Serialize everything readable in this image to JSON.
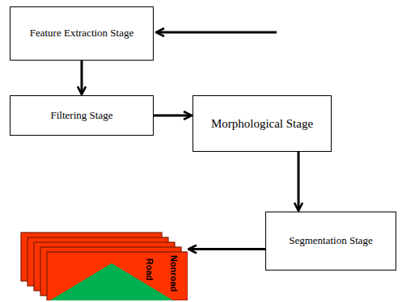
{
  "diagram": {
    "nodes": [
      {
        "text": [
          "Feature Extraction Stage"
        ]
      },
      {
        "text": [
          "Filtering Stage"
        ]
      },
      {
        "text": [
          "Morphological Stage"
        ]
      },
      {
        "text": [
          "Segmentation Stage"
        ]
      },
      {
        "text": [
          "Road",
          "Nonroad"
        ]
      }
    ],
    "edges": [
      {
        "from": 0,
        "to": 1,
        "arrow": "to"
      },
      {
        "from": 1,
        "to": 2,
        "arrow": "to"
      },
      {
        "from": 2,
        "to": 3,
        "arrow": "to"
      },
      {
        "from": 3,
        "to": 4,
        "arrow": "to"
      }
    ]
  }
}
